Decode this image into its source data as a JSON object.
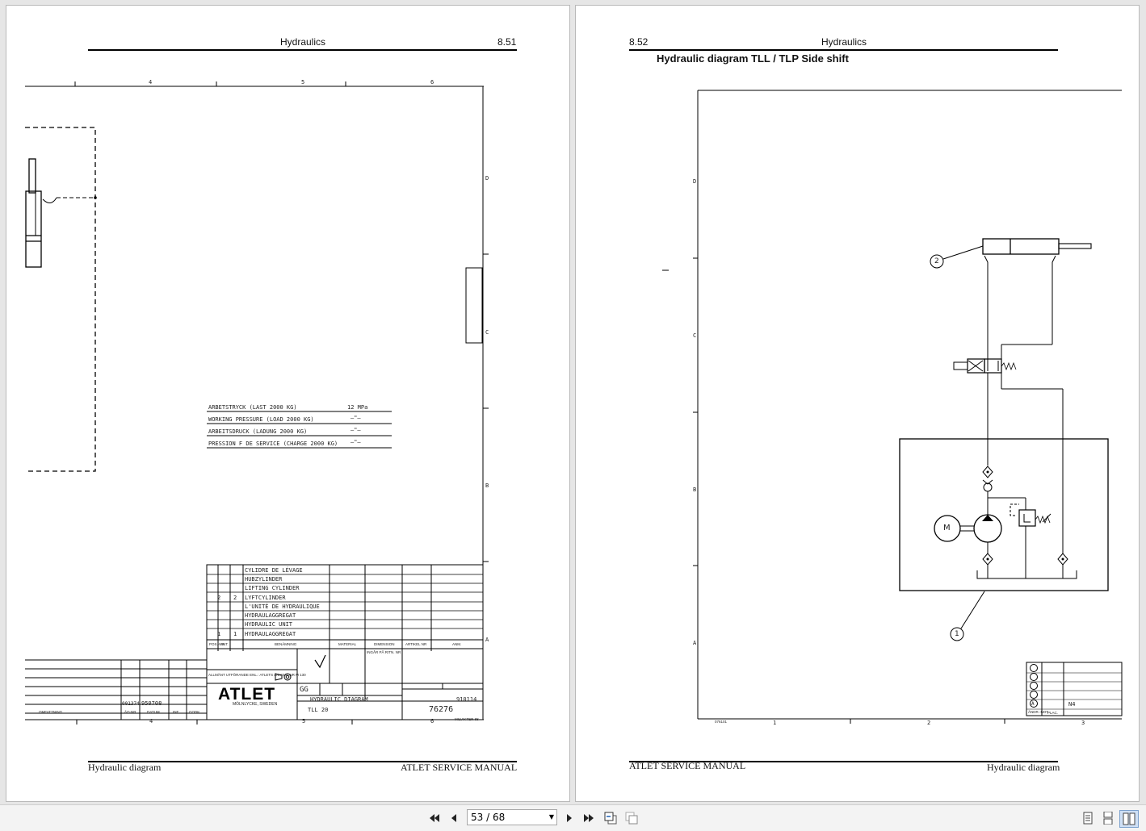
{
  "left_page": {
    "header_title": "Hydraulics",
    "header_page": "8.51",
    "footer_left": "Hydraulic diagram",
    "footer_right": "ATLET SERVICE MANUAL",
    "grid_cols": [
      "4",
      "5",
      "6"
    ],
    "grid_rows": [
      "D",
      "C",
      "B",
      "A"
    ],
    "pressure_lines": [
      {
        "label": "ARBETSTRYCK (LAST 2000 KG)",
        "value": "12 MPa"
      },
      {
        "label": "WORKING PRESSURE (LOAD 2000 KG)",
        "value": "—\"—"
      },
      {
        "label": "ARBEITSDRUCK (LADUNG 2000 KG)",
        "value": "—\"—"
      },
      {
        "label": "PRESSION F DE SERVICE (CHARGE 2000 KG)",
        "value": "—\"—"
      }
    ],
    "parts_rows": [
      {
        "pos": "",
        "ant": "",
        "name": "CYLIDRE DE LÉVAGE"
      },
      {
        "pos": "",
        "ant": "",
        "name": "HUBZYLINDER"
      },
      {
        "pos": "",
        "ant": "",
        "name": "LIFTING CYLINDER"
      },
      {
        "pos": "2",
        "ant": "2",
        "name": "LYFTCYLINDER"
      },
      {
        "pos": "",
        "ant": "",
        "name": "L'UNITÉ DE HYDRAULIQUE"
      },
      {
        "pos": "",
        "ant": "",
        "name": "HYDRAULAGGREGAT"
      },
      {
        "pos": "",
        "ant": "",
        "name": "HYDRAULIC UNIT"
      },
      {
        "pos": "1",
        "ant": "1",
        "name": "HYDRAULAGGREGAT"
      }
    ],
    "parts_header": [
      "POS.-NR",
      "ANT.",
      "BENÄMNING",
      "MATERIAL",
      "DIMENSION",
      "INGÅR PÅ RITN. NR",
      "ARTIKEL NR",
      "ANM."
    ],
    "title_block": {
      "logo": "ATLET",
      "company_location": "MÖLNLYCKE, SWEDEN",
      "drawing_title": "HYDRAULIC DIAGRAM",
      "model": "TLL 20",
      "drawing_no": "76276",
      "date": "910114",
      "ritad": "GG",
      "rev_number": "001374",
      "rev_date": "950708",
      "omfattning_label": "OMFATTNING",
      "andr_labels": [
        "ÄO-NR",
        "DATUM",
        "INF.",
        "GODK."
      ],
      "allmant": "ALLMÄNT UTFÖRANDE ENL.: ATLETS ANVISN. NR M 130",
      "sheet_mark": "MILVIKTER 88"
    }
  },
  "right_page": {
    "header_page": "8.52",
    "header_title": "Hydraulics",
    "subtitle": "Hydraulic diagram TLL / TLP Side shift",
    "footer_left": "ATLET SERVICE MANUAL",
    "footer_right": "Hydraulic diagram",
    "grid_rows": [
      "D",
      "C",
      "B",
      "A"
    ],
    "grid_cols": [
      "1",
      "2",
      "3"
    ],
    "callouts": [
      "2",
      "1"
    ],
    "motor_label": "M",
    "rev_corner_label": "A",
    "rev_code": "N4",
    "rev_labels": [
      "ÄNDR.-NOT",
      "PLAC."
    ],
    "bottom_code": "076101"
  },
  "toolbar": {
    "current_page": "53",
    "total_pages": "68",
    "page_display": "53 / 68"
  }
}
